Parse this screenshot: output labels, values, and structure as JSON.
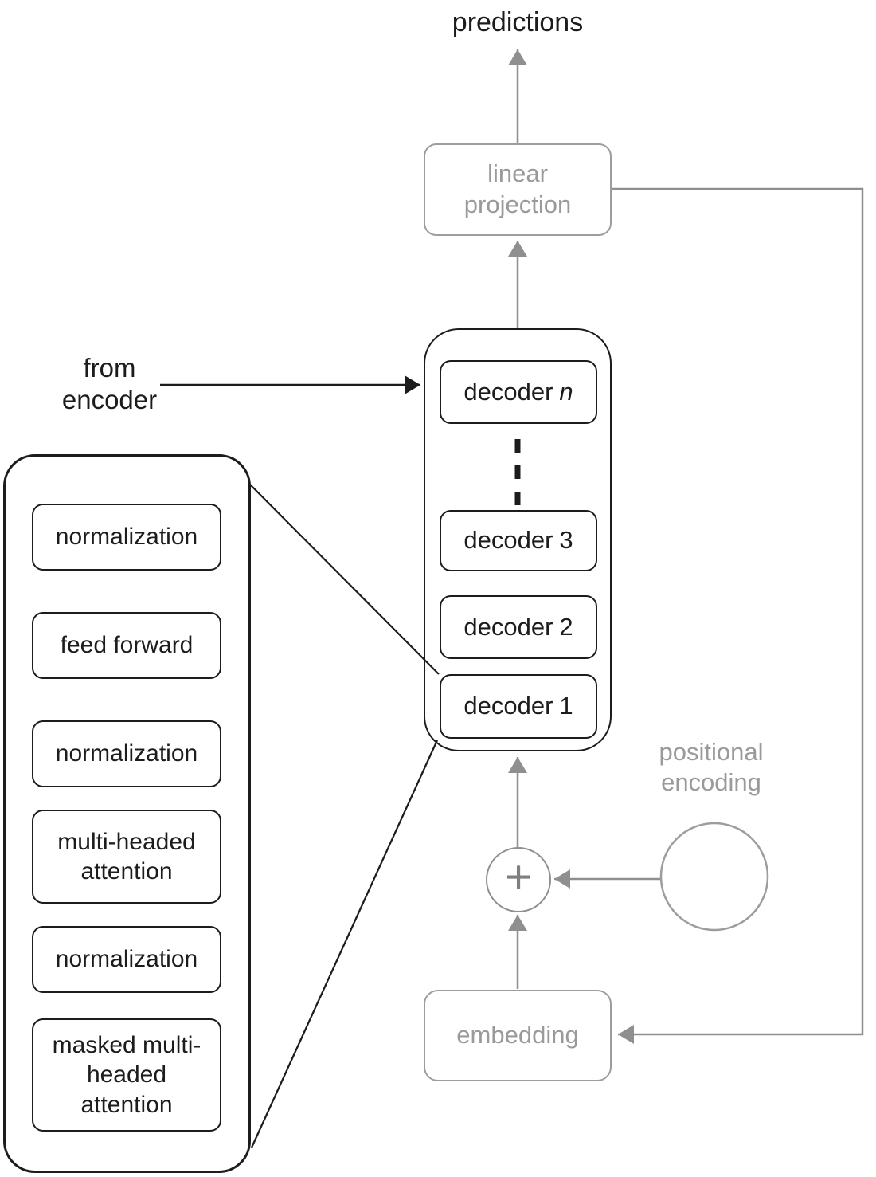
{
  "predictions_label": "predictions",
  "from_encoder": {
    "line1": "from",
    "line2": "encoder"
  },
  "linear_projection": {
    "line1": "linear",
    "line2": "projection"
  },
  "decoder_stack": {
    "items": [
      {
        "prefix": "decoder",
        "suffix": "n"
      },
      {
        "prefix": "decoder",
        "suffix": "3"
      },
      {
        "prefix": "decoder",
        "suffix": "2"
      },
      {
        "prefix": "decoder",
        "suffix": "1"
      }
    ]
  },
  "decoder_detail": {
    "items": [
      {
        "lines": [
          "normalization"
        ]
      },
      {
        "lines": [
          "feed forward"
        ]
      },
      {
        "lines": [
          "normalization"
        ]
      },
      {
        "lines": [
          "multi-headed",
          "attention"
        ]
      },
      {
        "lines": [
          "normalization"
        ]
      },
      {
        "lines": [
          "masked multi-",
          "headed",
          "attention"
        ]
      }
    ]
  },
  "positional_encoding": {
    "line1": "positional",
    "line2": "encoding"
  },
  "plus_symbol": "+",
  "embedding": {
    "label": "embedding"
  },
  "colors": {
    "ink": "#1c1c1c",
    "muted": "#9a9a9a",
    "wire_gray": "#8f8f8f"
  }
}
